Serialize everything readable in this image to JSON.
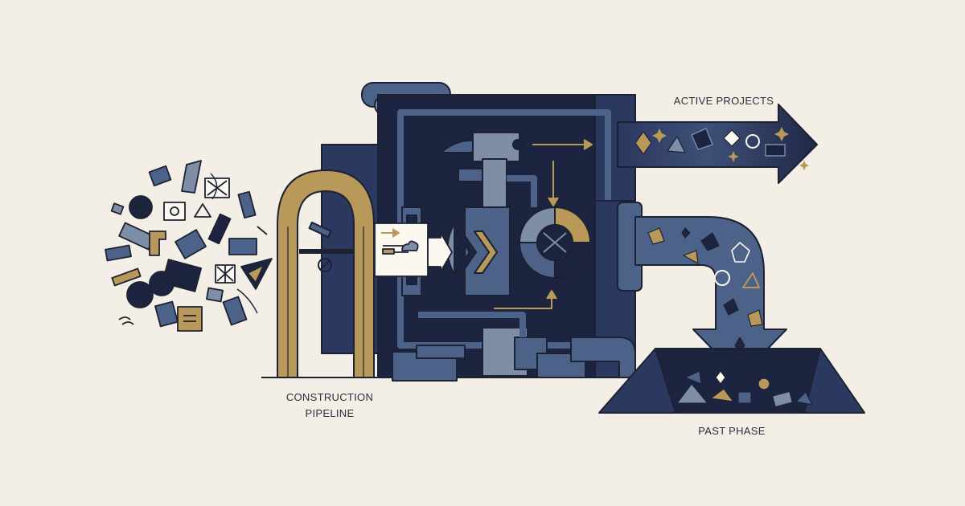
{
  "labels": {
    "construction_line1": "CONSTRUCTION",
    "construction_line2": "PIPELINE",
    "active": "ACTIVE PROJECTS",
    "past": "PAST PHASE"
  },
  "colors": {
    "background": "#f3efe6",
    "navy": "#1c2440",
    "slate": "#4d6289",
    "steel": "#7e8ea6",
    "gold": "#b9995a",
    "paper": "#fbf8f0",
    "ink": "#1d2233"
  }
}
